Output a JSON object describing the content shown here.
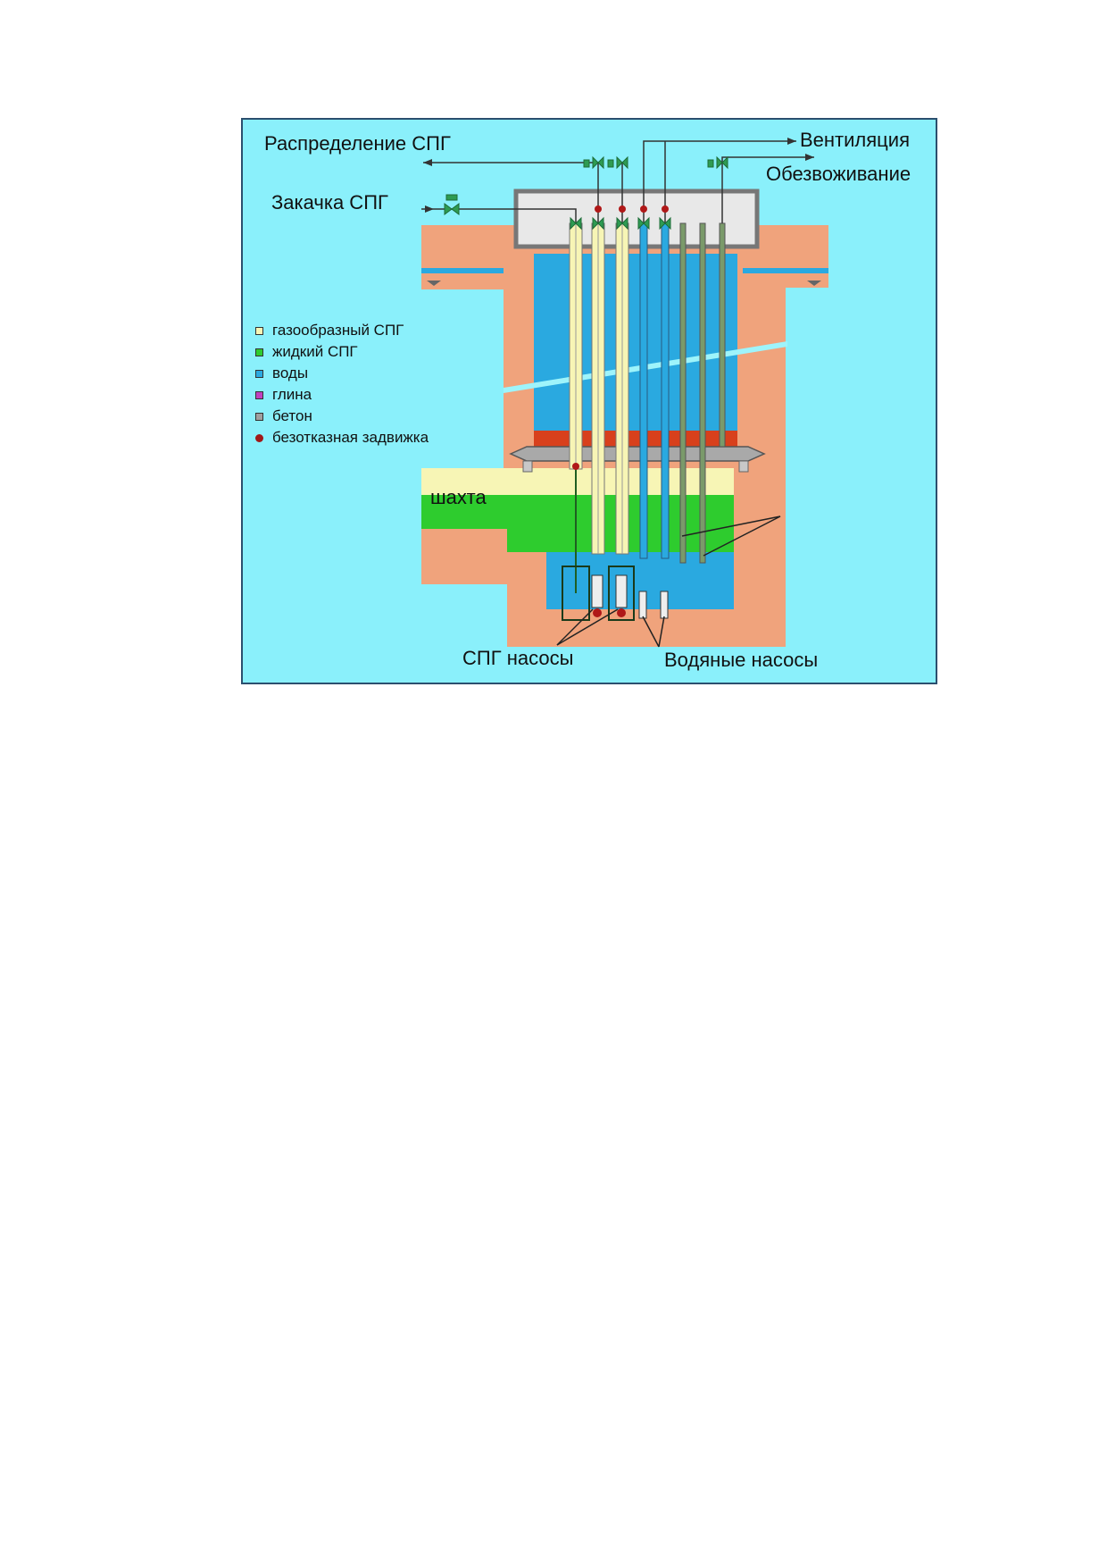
{
  "labels": {
    "lng_distribution": "Распределение СПГ",
    "ventilation": "Вентиляция",
    "dewatering": "Обезвоживание",
    "lng_injection": "Закачка СПГ",
    "shaft": "шахта",
    "lng_pumps": "СПГ насосы",
    "water_pumps": "Водяные насосы"
  },
  "legend": [
    {
      "label": "газообразный СПГ",
      "color": "#f2f2b0",
      "shape": "square"
    },
    {
      "label": "жидкий СПГ",
      "color": "#2ecc2e",
      "shape": "square"
    },
    {
      "label": "воды",
      "color": "#2aa9e0",
      "shape": "square"
    },
    {
      "label": "глина",
      "color": "#c040c0",
      "shape": "square"
    },
    {
      "label": "бетон",
      "color": "#a0a0a0",
      "shape": "square"
    },
    {
      "label": "безотказная задвижка",
      "color": "#a01818",
      "shape": "dot"
    }
  ],
  "colors": {
    "background": "#8af0fb",
    "ground": "#f0a37c",
    "water": "#2aa9e0",
    "liquid_lng": "#2ecc2e",
    "gas_lng": "#f7f5b5",
    "clay_red": "#d8401c",
    "concrete": "#b5b5b5",
    "valve_green": "#2e9b52",
    "failsafe_valve": "#b01818"
  }
}
